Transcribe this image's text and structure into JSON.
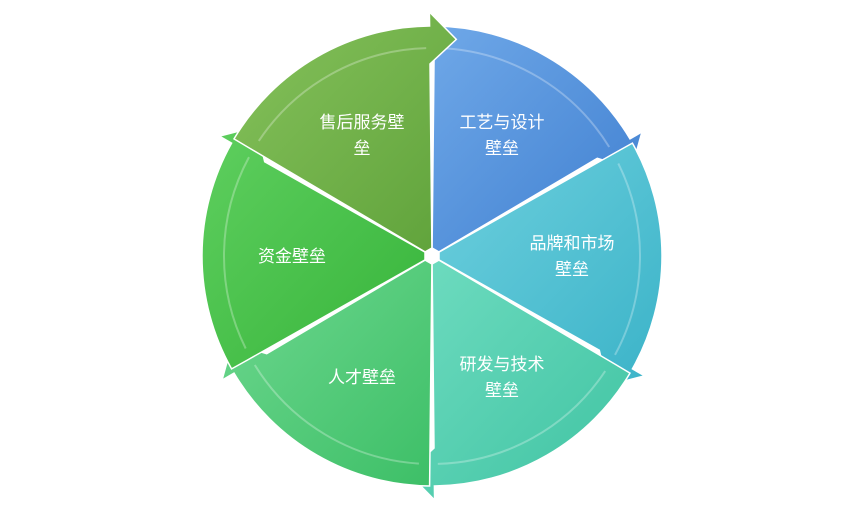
{
  "diagram": {
    "segments": [
      {
        "id": "craft",
        "lines": [
          "工艺与设计",
          "壁垒"
        ],
        "color_light": "#6FA8E8",
        "color_dark": "#3F7FD0"
      },
      {
        "id": "brand",
        "lines": [
          "品牌和市场",
          "壁垒"
        ],
        "color_light": "#6ED0DE",
        "color_dark": "#3BB3C8"
      },
      {
        "id": "rnd",
        "lines": [
          "研发与技术",
          "壁垒"
        ],
        "color_light": "#6FDCC0",
        "color_dark": "#3FC3A2"
      },
      {
        "id": "talent",
        "lines": [
          "人才壁垒"
        ],
        "color_light": "#6FD890",
        "color_dark": "#3DBF67"
      },
      {
        "id": "capital",
        "lines": [
          "资金壁垒"
        ],
        "color_light": "#5FCF5F",
        "color_dark": "#36B43A"
      },
      {
        "id": "service",
        "lines": [
          "售后服务壁",
          "垒"
        ],
        "color_light": "#86C25C",
        "color_dark": "#5FA23A"
      }
    ]
  }
}
